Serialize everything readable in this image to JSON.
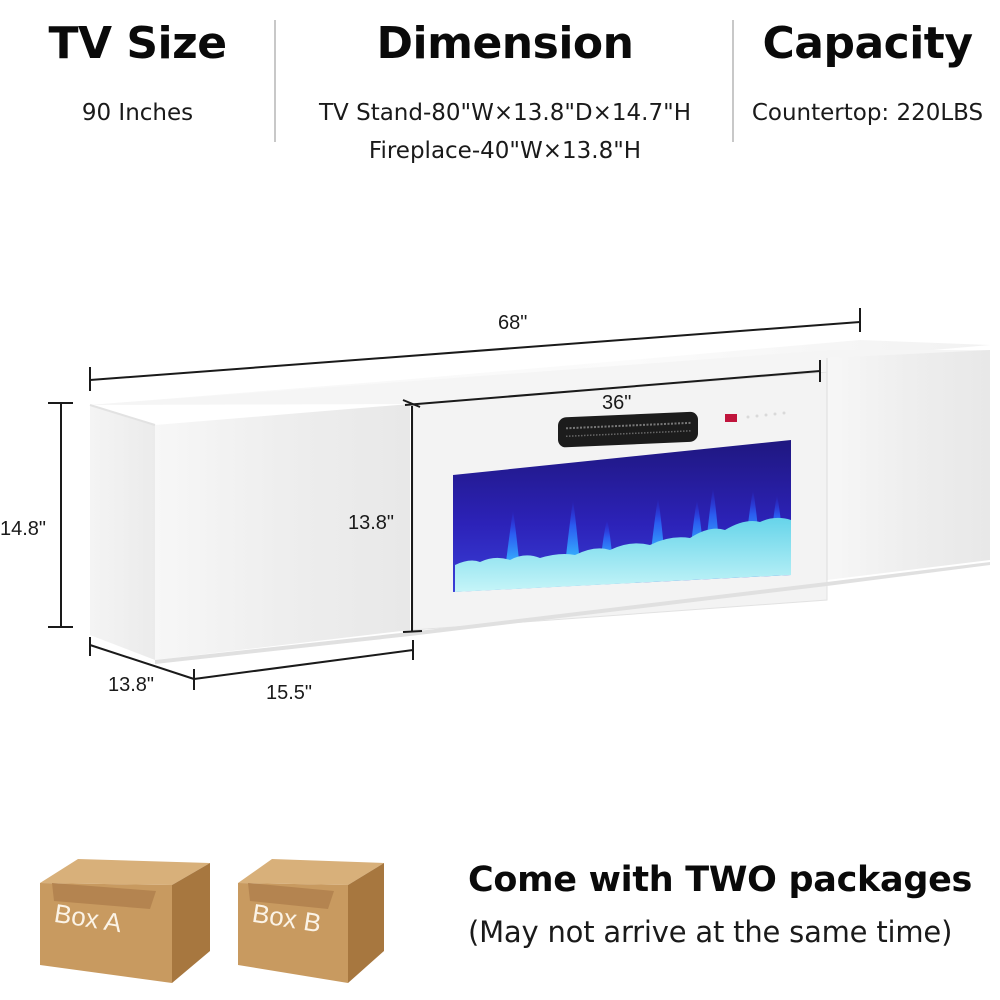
{
  "specs": [
    {
      "title": "TV Size",
      "values": [
        "90 Inches"
      ]
    },
    {
      "title": "Dimension",
      "values": [
        "TV Stand-80\"W×13.8\"D×14.7\"H",
        "Fireplace-40\"W×13.8\"H"
      ]
    },
    {
      "title": "Capacity",
      "values": [
        "Countertop: 220LBS"
      ]
    }
  ],
  "diagram": {
    "product": "Floating TV stand with electric fireplace",
    "measurements": {
      "overall_width": "68\"",
      "fireplace_width": "36\"",
      "cabinet_height": "14.8\"",
      "fireplace_height": "13.8\"",
      "depth": "13.8\"",
      "side_cabinet_width": "15.5\""
    },
    "colors": {
      "cabinet": "#f2f2f2",
      "flame_panel": "#2a1fb0",
      "flame_glow": "#2fa8ff",
      "crystal": "#8fe6f0",
      "heater_vent": "#1c1c1c",
      "display_led": "#c0143c",
      "dimension_line": "#1a1a1a"
    }
  },
  "packages": {
    "boxes": [
      {
        "label": "Box A"
      },
      {
        "label": "Box B"
      }
    ],
    "title": "Come with TWO packages",
    "subtitle": "(May not arrive at the same time)",
    "box_color": "#c9995c"
  }
}
